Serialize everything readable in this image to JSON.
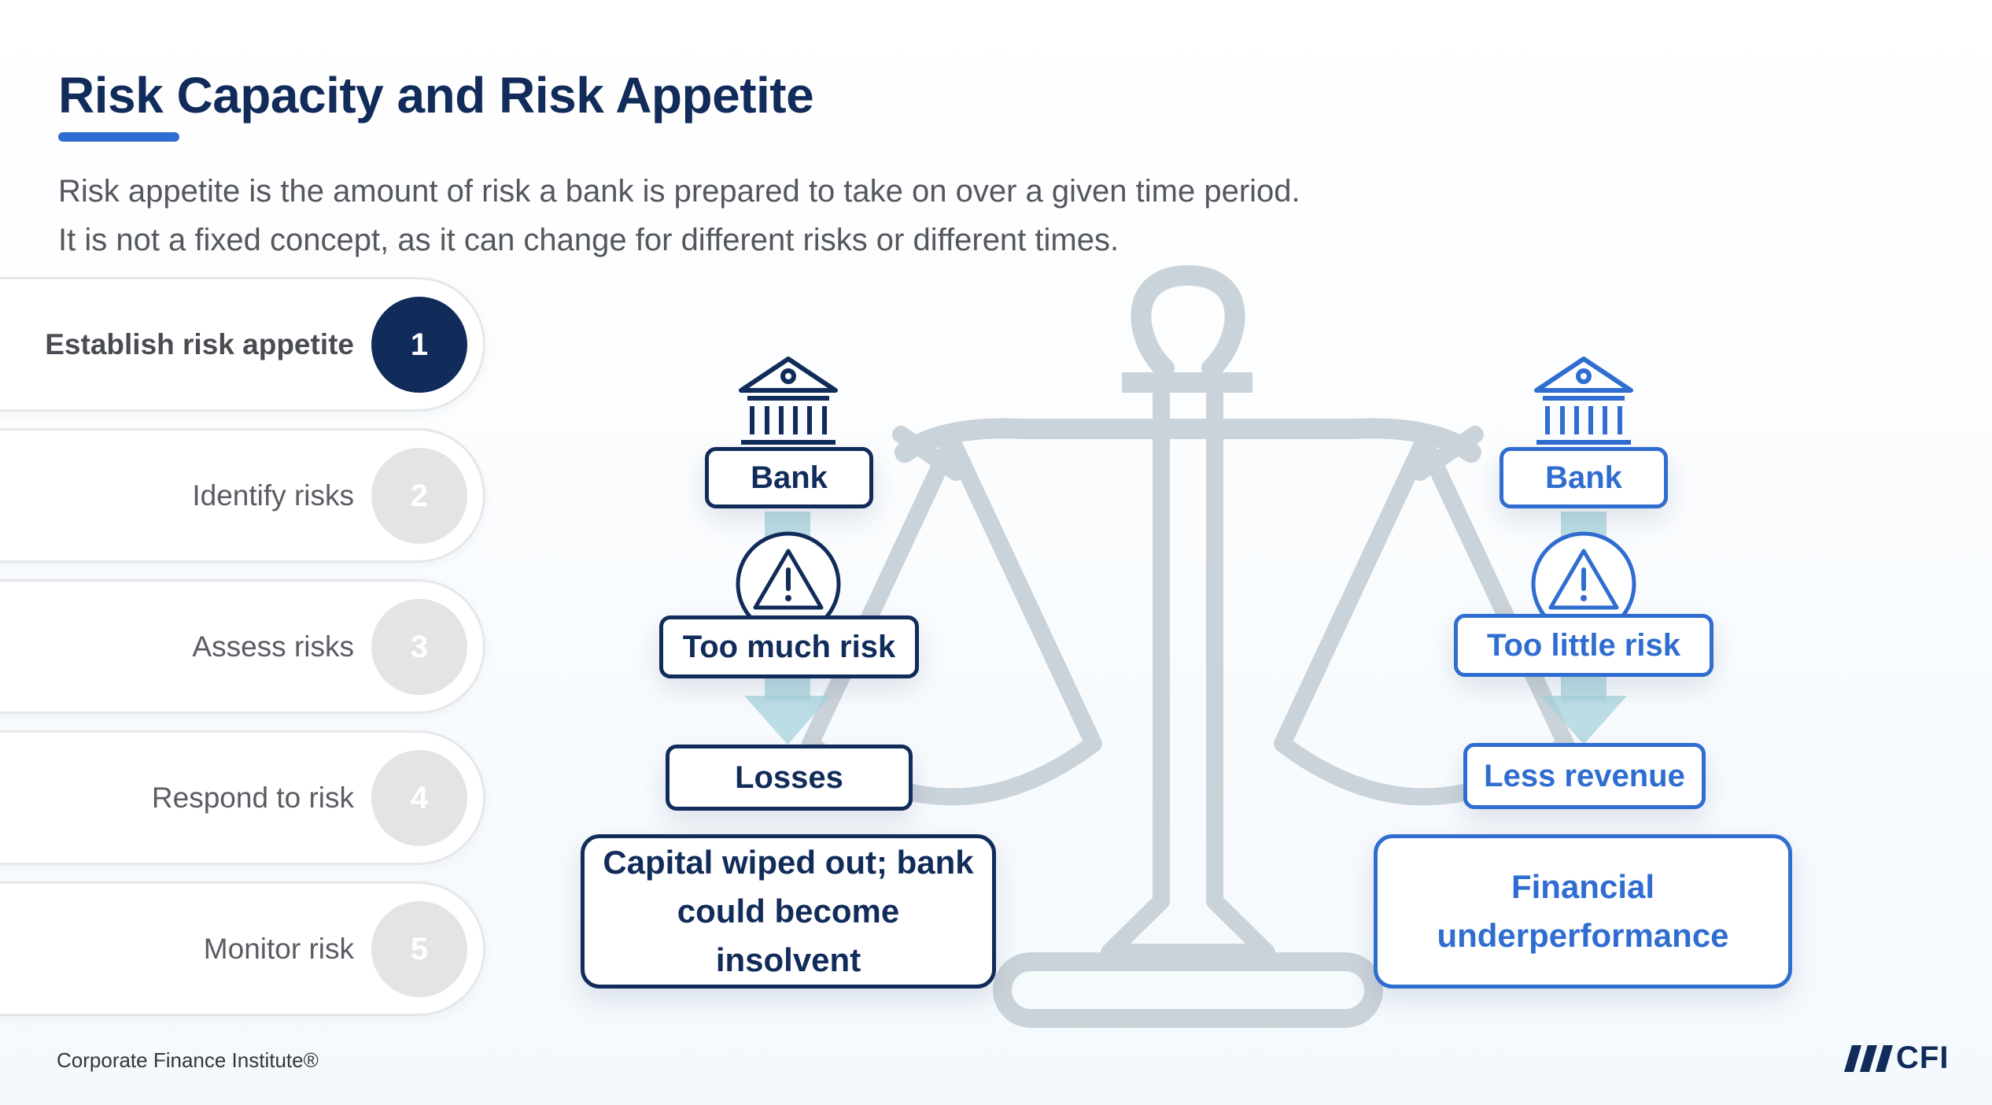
{
  "header": {
    "title": "Risk Capacity and Risk Appetite",
    "subtitle_lines": [
      "Risk appetite is the amount of risk a bank is prepared to take on over a given time period.",
      "It is not a fixed concept, as it can change for different risks or different times."
    ]
  },
  "steps": [
    {
      "number": "1",
      "label": "Establish risk appetite",
      "active": true
    },
    {
      "number": "2",
      "label": "Identify risks",
      "active": false
    },
    {
      "number": "3",
      "label": "Assess risks",
      "active": false
    },
    {
      "number": "4",
      "label": "Respond to risk",
      "active": false
    },
    {
      "number": "5",
      "label": "Monitor risk",
      "active": false
    }
  ],
  "diagram": {
    "left": {
      "bank": "Bank",
      "risk": "Too much risk",
      "outcome": "Losses",
      "consequence": "Capital wiped out; bank could become insolvent"
    },
    "right": {
      "bank": "Bank",
      "risk": "Too little risk",
      "outcome": "Less revenue",
      "consequence": "Financial underperformance"
    }
  },
  "footer": {
    "source": "Corporate Finance Institute®",
    "logo_text": "CFI"
  },
  "colors": {
    "navy": "#112c5a",
    "blue": "#2f6dd0",
    "scale_gray": "#cbd3da",
    "arrow_teal": "#a8d3dc"
  }
}
